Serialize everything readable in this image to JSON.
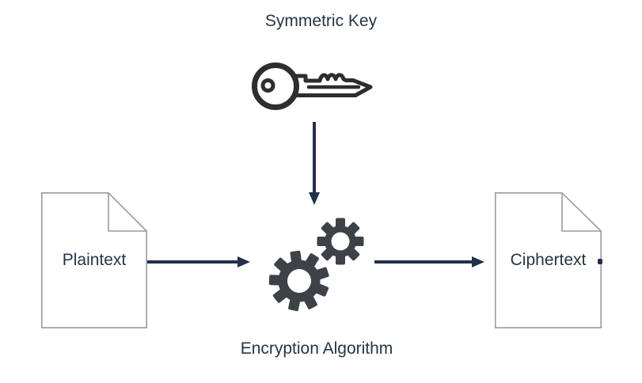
{
  "diagram": {
    "title": "Symmetric Key",
    "algorithm_label": "Encryption Algorithm",
    "input_label": "Plaintext",
    "output_label": "Ciphertext",
    "icons": {
      "key": "key-icon",
      "gears": "gears-icon",
      "input_document": "document-icon",
      "output_document": "document-icon"
    },
    "arrows": [
      {
        "name": "key-to-algorithm",
        "direction": "down"
      },
      {
        "name": "plaintext-to-algorithm",
        "direction": "right"
      },
      {
        "name": "algorithm-to-ciphertext",
        "direction": "right"
      }
    ],
    "colors": {
      "background": "#ffffff",
      "text": "#263544",
      "arrow": "#22314a",
      "key_icon": "#2e2e2e",
      "gear_icon": "#3d4248",
      "document_border": "#9b9b9b",
      "document_fill": "#ffffff"
    }
  }
}
